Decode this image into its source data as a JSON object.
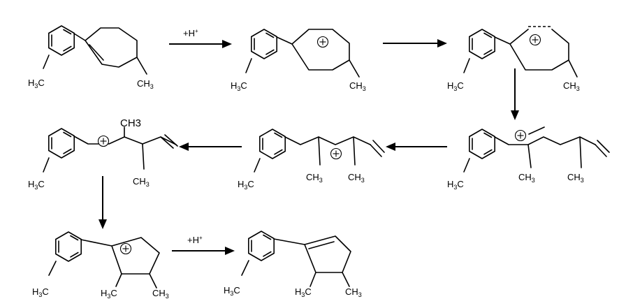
{
  "scheme": {
    "arrow_labels": {
      "protonation_1": "+H",
      "protonation_1_charge": "+",
      "deprotonation_2": "+H",
      "deprotonation_2_charge": "+"
    },
    "groups": {
      "h3c_main": "H",
      "h3c_sub": "3",
      "h3c_tail": "C",
      "ch3_main": "CH",
      "ch3_sub": "3",
      "ch3_plain": "CH3"
    }
  }
}
